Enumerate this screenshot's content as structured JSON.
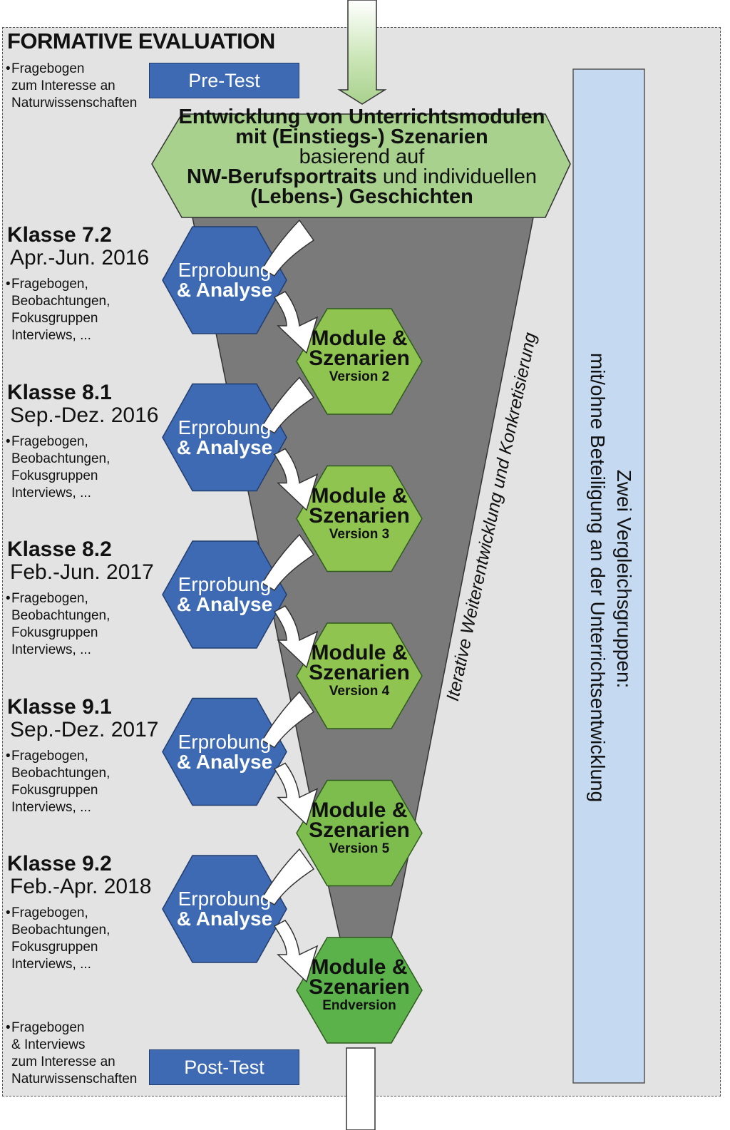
{
  "title": "FORMATIVE EVALUATION",
  "pretest": {
    "notes": [
      "Fragebogen",
      "zum Interesse an",
      "Naturwissenschaften"
    ],
    "label": "Pre-Test"
  },
  "development": {
    "line1": "Entwicklung von Unterrichtsmodulen",
    "line2": "mit (Einstiegs-) Szenarien",
    "line3": "basierend auf",
    "line4_bold": "NW-Berufsportraits",
    "line4_rest": " und individuellen",
    "line5": "(Lebens-) Geschichten"
  },
  "phases": [
    {
      "klasse": "Klasse 7.2",
      "period": "Apr.-Jun. 2016",
      "methods": [
        "Fragebogen,",
        "Beobachtungen,",
        "Fokusgruppen",
        "Interviews, ..."
      ],
      "erprobung": "Erprobung",
      "analyse": "& Analyse",
      "module_line1": "Module &",
      "module_line2": "Szenarien",
      "version": "Version 2"
    },
    {
      "klasse": "Klasse 8.1",
      "period": "Sep.-Dez. 2016",
      "methods": [
        "Fragebogen,",
        "Beobachtungen,",
        "Fokusgruppen",
        "Interviews, ..."
      ],
      "erprobung": "Erprobung",
      "analyse": "& Analyse",
      "module_line1": "Module &",
      "module_line2": "Szenarien",
      "version": "Version 3"
    },
    {
      "klasse": "Klasse 8.2",
      "period": "Feb.-Jun. 2017",
      "methods": [
        "Fragebogen,",
        "Beobachtungen,",
        "Fokusgruppen",
        "Interviews, ..."
      ],
      "erprobung": "Erprobung",
      "analyse": "& Analyse",
      "module_line1": "Module &",
      "module_line2": "Szenarien",
      "version": "Version 4"
    },
    {
      "klasse": "Klasse 9.1",
      "period": "Sep.-Dez. 2017",
      "methods": [
        "Fragebogen,",
        "Beobachtungen,",
        "Fokusgruppen",
        "Interviews, ..."
      ],
      "erprobung": "Erprobung",
      "analyse": "& Analyse",
      "module_line1": "Module &",
      "module_line2": "Szenarien",
      "version": "Version 5"
    },
    {
      "klasse": "Klasse 9.2",
      "period": "Feb.-Apr. 2018",
      "methods": [
        "Fragebogen,",
        "Beobachtungen,",
        "Fokusgruppen",
        "Interviews, ..."
      ],
      "erprobung": "Erprobung",
      "analyse": "& Analyse",
      "module_line1": "Module &",
      "module_line2": "Szenarien",
      "version": "Endversion"
    }
  ],
  "posttest": {
    "notes": [
      "Fragebogen",
      "& Interviews",
      "zum Interesse an",
      "Naturwissenschaften"
    ],
    "label": "Post-Test"
  },
  "funnel_label": "Iterative Weiterentwicklung und Konkretisierung",
  "comparison": {
    "line1": "Zwei Vergleichsgruppen:",
    "line2": "mit/ohne Beteiligung an der Unterrichtsentwicklung"
  },
  "colors": {
    "blue": "#3d6ab3",
    "green_light": "#a9d18e",
    "green": "#8ec44f",
    "green_dark": "#5bb14a",
    "funnel": "#7a7a7a",
    "comparison_box": "#c5d9f1"
  }
}
